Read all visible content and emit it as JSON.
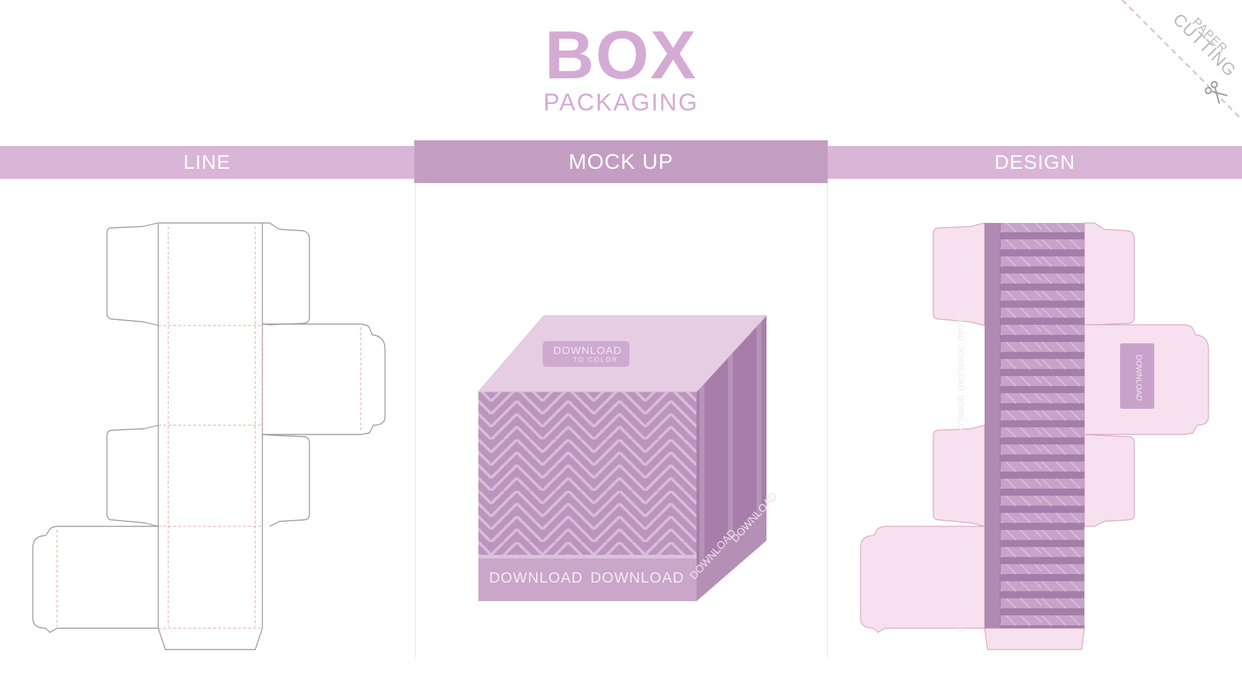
{
  "header": {
    "title": "BOX",
    "subtitle": "PACKAGING"
  },
  "corner_badge": {
    "line1": "PAPER",
    "line2": "CUTTING",
    "icon": "scissors-icon"
  },
  "sections": [
    {
      "label": "LINE"
    },
    {
      "label": "MOCK UP"
    },
    {
      "label": "DESIGN"
    }
  ],
  "mockup": {
    "lid_label_line1": "DOWNLOAD",
    "lid_label_line2": "TO COLOR",
    "front_labels": [
      "DOWNLOAD",
      "DOWNLOAD"
    ],
    "side_labels": [
      "DOWNLOAD",
      "DOWNLOAD"
    ]
  },
  "design": {
    "strip_labels": [
      "DOWNLOAD",
      "DOWNLOAD",
      "DOWNLOAD",
      "DOWNLOAD",
      "DOWNLOAD",
      "DOWNLOAD",
      "DOWNLOAD",
      "DOWNLOAD"
    ],
    "flap_label": "DOWNLOAD"
  },
  "colors": {
    "band": "#d9b5d8",
    "band_active": "#c39ec2",
    "title": "#d4abd5",
    "die_line": "#9e9e9e",
    "fold_line": "#e8a0a0",
    "box_front": "#bb95bd",
    "box_top": "#e6cde4",
    "box_side": "#a77ea9",
    "design_fill": "#f7e1ee",
    "design_strip": "#b189b5"
  }
}
